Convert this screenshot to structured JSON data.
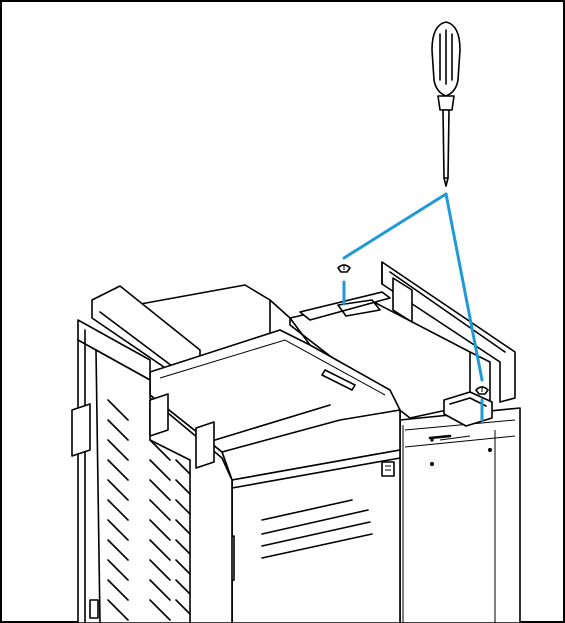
{
  "figure": {
    "type": "assembly-illustration",
    "frame_border": true,
    "background": "#ffffff",
    "line_color": "#000000",
    "callout_color": "#1f9ad6"
  },
  "parts": {
    "tool": "screwdriver",
    "fasteners": [
      "screw",
      "screw"
    ],
    "unit": "machine-cabinet"
  }
}
